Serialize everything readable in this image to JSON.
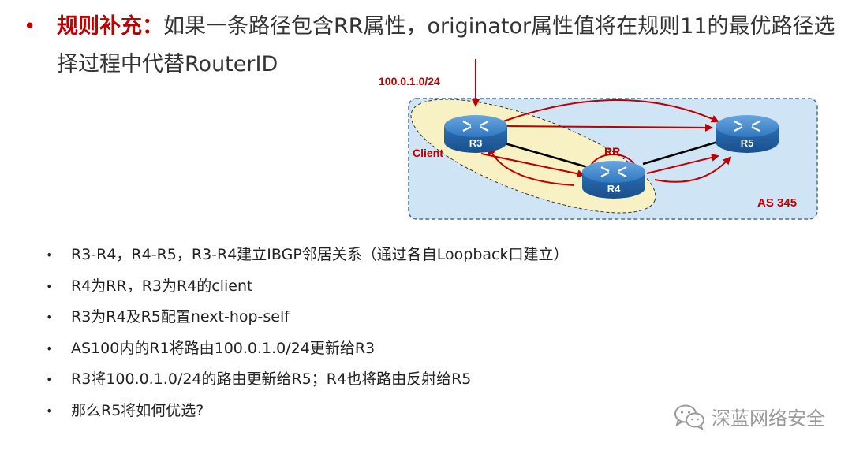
{
  "headline": {
    "bullet": "•",
    "label": "规则补充：",
    "text": "如果一条路径包含RR属性，originator属性值将在规则11的最优路径选择过程中代替RouterID"
  },
  "diagram": {
    "prefix": "100.0.1.0/24",
    "client_label": "Client",
    "rr_label": "RR",
    "as_label": "AS 345",
    "routers": {
      "r3": "R3",
      "r4": "R4",
      "r5": "R5"
    },
    "colors": {
      "arrow_red": "#c00000",
      "as_fill": "#cfe4f5",
      "client_fill": "#f8f1c4",
      "router_blue": "#2a6fb5"
    }
  },
  "bullets": [
    "R3-R4，R4-R5，R3-R4建立IBGP邻居关系（通过各自Loopback口建立）",
    "R4为RR，R3为R4的client",
    "R3为R4及R5配置next-hop-self",
    "AS100内的R1将路由100.0.1.0/24更新给R3",
    "R3将100.0.1.0/24的路由更新给R5；R4也将路由反射给R5",
    "那么R5将如何优选?"
  ],
  "bullet_marker": "•",
  "watermark": {
    "text": "深蓝网络安全",
    "icon": "wechat-icon"
  }
}
